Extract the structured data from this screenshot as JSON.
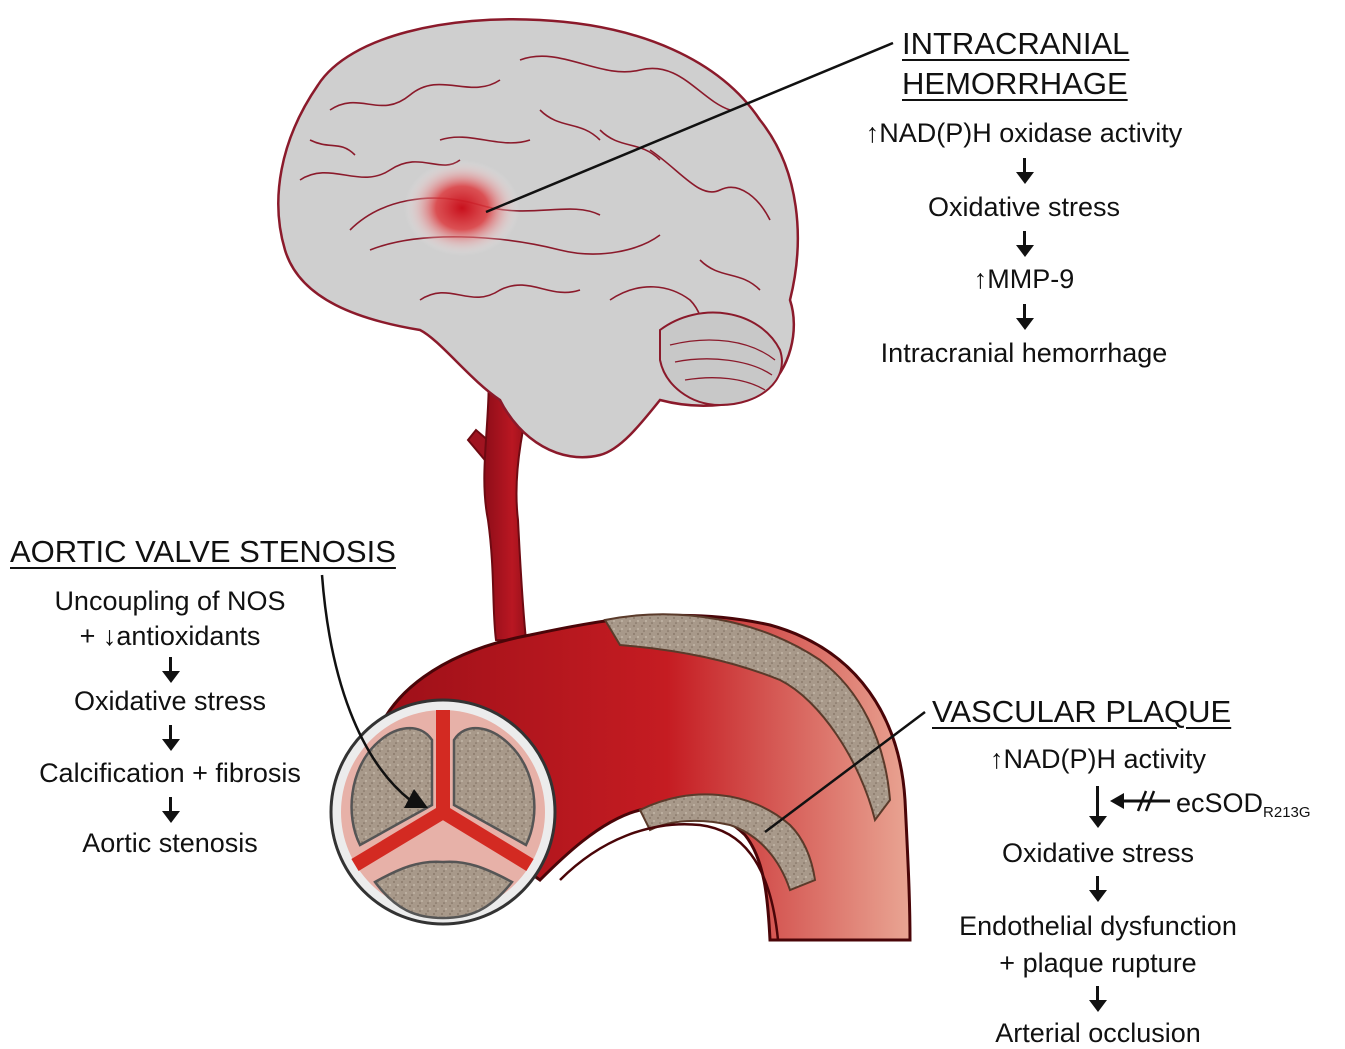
{
  "ich": {
    "heading_line1": "INTRACRANIAL",
    "heading_line2": "HEMORRHAGE",
    "steps": [
      "↑NAD(P)H oxidase activity",
      "Oxidative stress",
      "↑MMP-9",
      "Intracranial hemorrhage"
    ]
  },
  "avs": {
    "heading": "AORTIC VALVE STENOSIS",
    "step1_line1": "Uncoupling of NOS",
    "step1_line2": "+ ↓antioxidants",
    "steps": [
      "Oxidative stress",
      "Calcification + fibrosis",
      "Aortic stenosis"
    ]
  },
  "plaque": {
    "heading": "VASCULAR PLAQUE",
    "step1": "↑NAD(P)H activity",
    "inhibitor": "ecSOD",
    "inhibitor_sub": "R213G",
    "steps": [
      "Oxidative stress",
      "Endothelial dysfunction",
      "+ plaque rupture",
      "Arterial occlusion"
    ]
  },
  "colors": {
    "brain": "#cfcfcf",
    "brain_outline": "#8b1a2b",
    "artery": "#b0141e",
    "plaque": "#a08f7f",
    "hemorrhage": "#d4141e"
  }
}
